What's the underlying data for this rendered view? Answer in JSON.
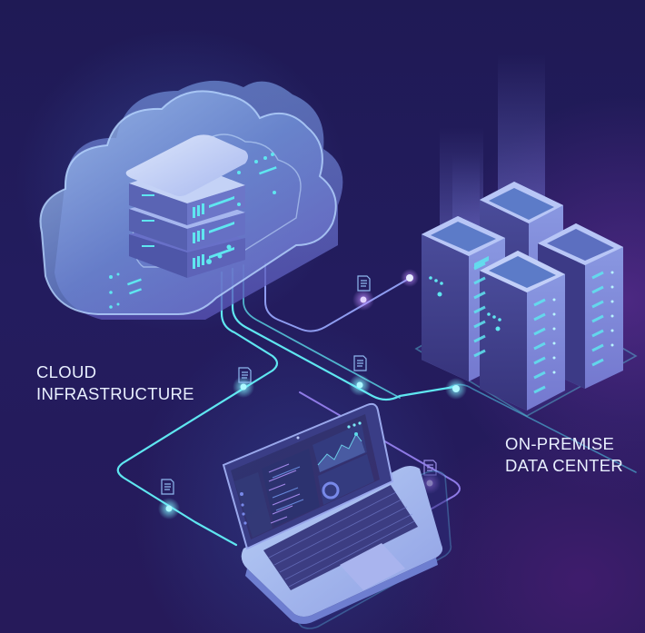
{
  "labels": {
    "cloud": {
      "line1": "CLOUD",
      "line2": "INFRASTRUCTURE"
    },
    "on_premise": {
      "line1": "ON-PREMISE",
      "line2": "DATA CENTER"
    }
  },
  "colors": {
    "background": "#1e1650",
    "background_purple": "#3a1a66",
    "link_cyan": "#5fe6f0",
    "link_violet": "#9d8cf0",
    "cloud_fill": "#7f9fdc",
    "server_face": "#8ea0e6",
    "label_text": "#e9f0ff"
  },
  "elements": {
    "cloud_group": "cloud-with-server-stack",
    "datacenter_group": "four-server-racks",
    "laptop_group": "laptop-with-dashboard",
    "documents_count": 5,
    "connections": [
      "cloud-to-datacenter",
      "cloud-to-laptop",
      "laptop-to-datacenter"
    ]
  }
}
